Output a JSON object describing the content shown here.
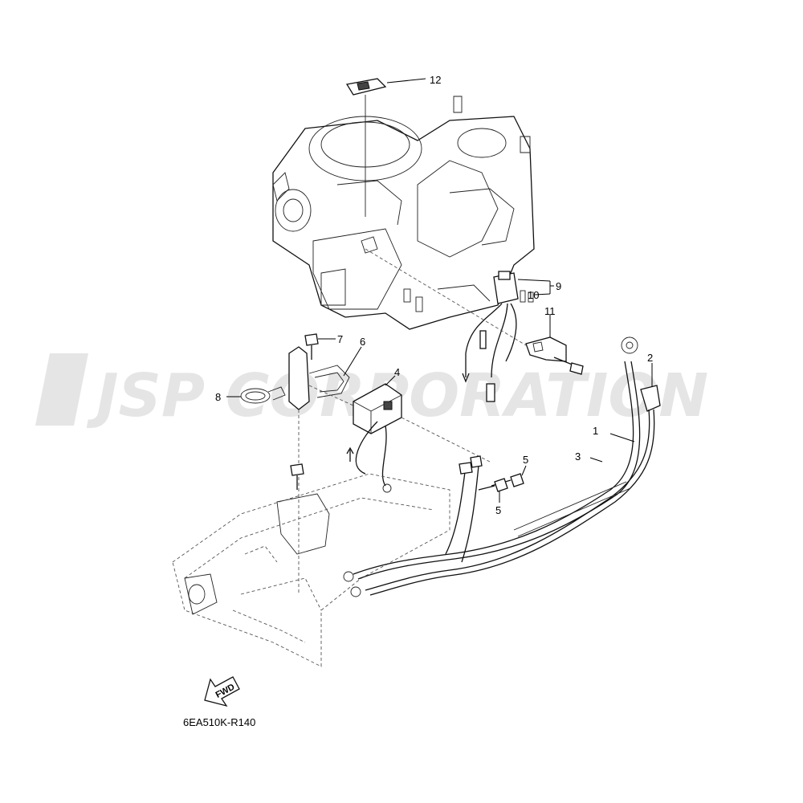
{
  "watermark": "JSP CORPORATION",
  "diagram_code": "6EA510K-R140",
  "fwd_label": "FWD",
  "callouts": {
    "c1": "1",
    "c2": "2",
    "c3": "3",
    "c4": "4",
    "c5a": "5",
    "c5b": "5",
    "c6": "6",
    "c7": "7",
    "c8": "8",
    "c9": "9",
    "c10": "10",
    "c11": "11",
    "c12": "12"
  }
}
